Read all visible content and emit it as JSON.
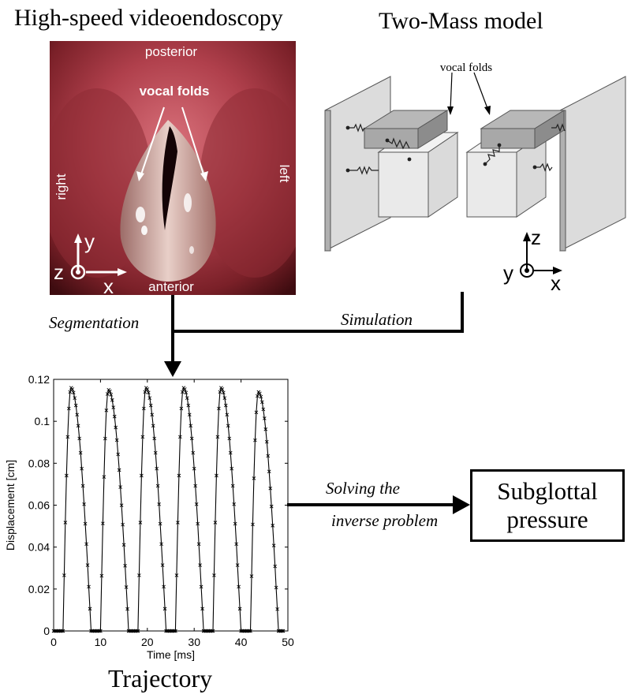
{
  "panels": {
    "endoscopy_title": "High-speed videoendoscopy",
    "model_title": "Two-Mass model",
    "trajectory_title": "Trajectory"
  },
  "endoscopy": {
    "posterior": "posterior",
    "anterior": "anterior",
    "right": "right",
    "left": "left",
    "vocal_folds": "vocal folds",
    "axis_y": "y",
    "axis_z": "z",
    "axis_x": "x"
  },
  "model": {
    "vocal_folds": "vocal folds",
    "axis_z": "z",
    "axis_y": "y",
    "axis_x": "x"
  },
  "flow": {
    "segmentation": "Segmentation",
    "simulation": "Simulation",
    "solving_line1": "Solving the",
    "solving_line2": "inverse problem"
  },
  "result": {
    "line1": "Subglottal",
    "line2": "pressure"
  },
  "chart_data": {
    "type": "line",
    "title": "",
    "xlabel": "Time [ms]",
    "ylabel": "Displacement [cm]",
    "xlim": [
      0,
      50
    ],
    "ylim": [
      0,
      0.12
    ],
    "xticks": [
      0,
      10,
      20,
      30,
      40,
      50
    ],
    "yticks": [
      0,
      0.02,
      0.04,
      0.06,
      0.08,
      0.1,
      0.12
    ],
    "grid": false,
    "marker": "x",
    "period_ms": 8.0,
    "cycles": [
      {
        "open_ms": 2.0,
        "peak_ms": 3.7,
        "close_ms": 8.0,
        "peak_value": 0.116
      },
      {
        "open_ms": 10.0,
        "peak_ms": 11.7,
        "close_ms": 16.0,
        "peak_value": 0.115
      },
      {
        "open_ms": 18.0,
        "peak_ms": 19.7,
        "close_ms": 24.0,
        "peak_value": 0.116
      },
      {
        "open_ms": 26.0,
        "peak_ms": 27.7,
        "close_ms": 32.0,
        "peak_value": 0.116
      },
      {
        "open_ms": 34.0,
        "peak_ms": 35.7,
        "close_ms": 40.0,
        "peak_value": 0.116
      },
      {
        "open_ms": 42.0,
        "peak_ms": 43.7,
        "close_ms": 48.0,
        "peak_value": 0.114
      }
    ]
  }
}
